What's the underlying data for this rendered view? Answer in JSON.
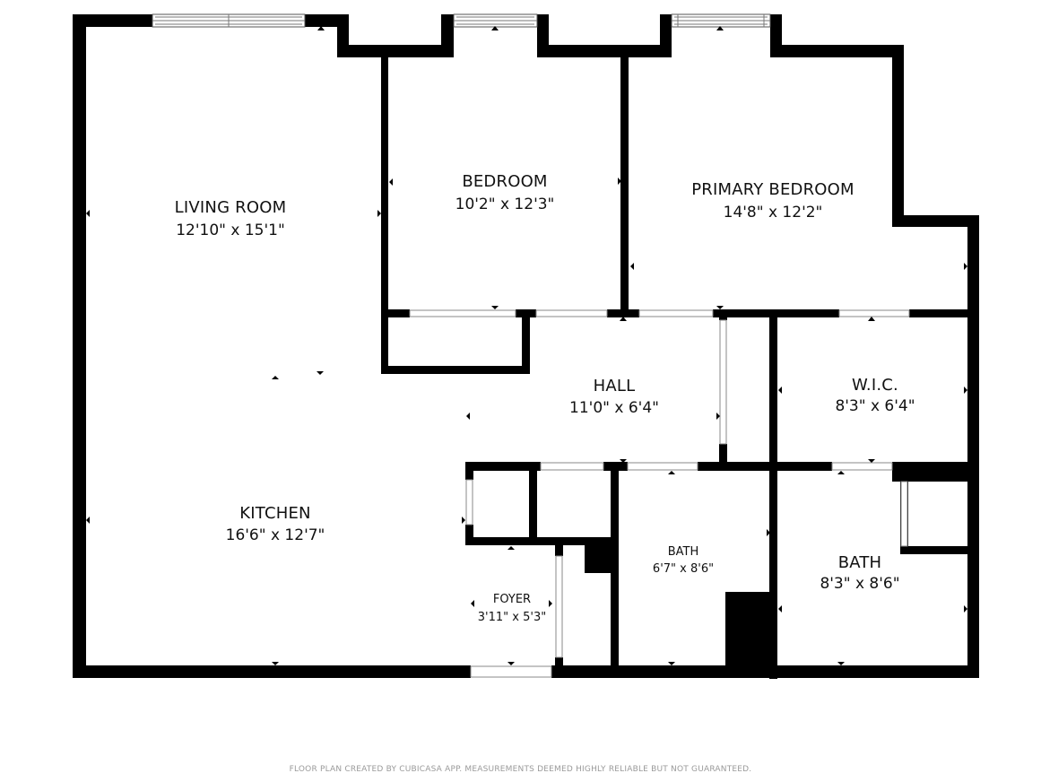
{
  "rooms": {
    "living_room": {
      "name": "LIVING ROOM",
      "dims": "12'10\" x 15'1\""
    },
    "bedroom": {
      "name": "BEDROOM",
      "dims": "10'2\" x 12'3\""
    },
    "primary_bedroom": {
      "name": "PRIMARY BEDROOM",
      "dims": "14'8\" x 12'2\""
    },
    "hall": {
      "name": "HALL",
      "dims": "11'0\" x 6'4\""
    },
    "wic": {
      "name": "W.I.C.",
      "dims": "8'3\" x 6'4\""
    },
    "kitchen": {
      "name": "KITCHEN",
      "dims": "16'6\" x 12'7\""
    },
    "bath_small": {
      "name": "BATH",
      "dims": "6'7\" x 8'6\""
    },
    "bath_right": {
      "name": "BATH",
      "dims": "8'3\" x 8'6\""
    },
    "foyer": {
      "name": "FOYER",
      "dims": "3'11\" x 5'3\""
    }
  },
  "footer": {
    "text": "FLOOR PLAN CREATED BY CUBICASA APP. MEASUREMENTS DEEMED HIGHLY RELIABLE BUT NOT GUARANTEED."
  }
}
